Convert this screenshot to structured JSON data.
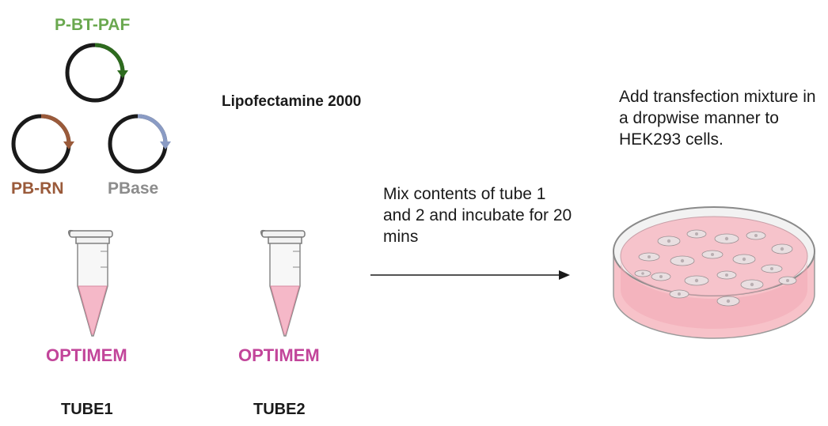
{
  "plasmids": [
    {
      "label": "P-BT-PAF",
      "color": "#6aa84f",
      "arc_color": "#2e6b1f"
    },
    {
      "label": "PB-RN",
      "color": "#9a5a3a",
      "arc_color": "#9a5a3a"
    },
    {
      "label": "PBase",
      "color": "#8c8c8c",
      "arc_color": "#8a9bc4"
    }
  ],
  "reagent": {
    "text": "Lipofectamine 2000"
  },
  "tubes": [
    {
      "medium": "OPTIMEM",
      "name": "TUBE1"
    },
    {
      "medium": "OPTIMEM",
      "name": "TUBE2"
    }
  ],
  "medium_color": "#c2459a",
  "step_mix": "Mix contents of tube 1 and 2 and incubate for 20 mins",
  "step_add": "Add transfection mixture in a dropwise manner to HEK293 cells.",
  "colors": {
    "liquid": "#f5b8c8",
    "dish_media": "#f7c9cf",
    "arrow": "#1a1a1a"
  }
}
